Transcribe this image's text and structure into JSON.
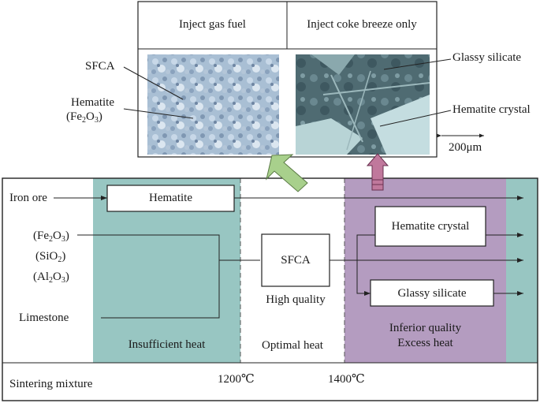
{
  "photos": {
    "gas": {
      "header": "Inject gas fuel",
      "label_sfca": "SFCA",
      "label_hematite": "Hematite",
      "label_formula": {
        "pre": "(Fe",
        "sub": "2",
        "mid": "O",
        "sub2": "3",
        "post": ")"
      }
    },
    "coke": {
      "header": "Inject coke breeze only",
      "label_glassy": "Glassy silicate",
      "label_crystal": "Hematite crystal"
    },
    "scale": "200μm"
  },
  "inputs": {
    "iron_ore": "Iron ore",
    "fe2o3": {
      "pre": "(Fe",
      "sub": "2",
      "mid": "O",
      "sub2": "3",
      "post": ")"
    },
    "sio2": {
      "pre": "(SiO",
      "sub": "2",
      "post": ")"
    },
    "al2o3": {
      "pre": "(Al",
      "sub": "2",
      "mid": "O",
      "sub2": "3",
      "post": ")"
    },
    "limestone": "Limestone"
  },
  "boxes": {
    "hematite": "Hematite",
    "sfca": "SFCA",
    "hematite_crystal": "Hematite crystal",
    "glassy_silicate": "Glassy silicate"
  },
  "zones": {
    "insufficient": "Insufficient heat",
    "optimal": "Optimal heat",
    "high_quality": "High quality",
    "inferior": "Inferior quality",
    "excess": "Excess heat"
  },
  "footer": {
    "label": "Sintering mixture",
    "t1200": "1200℃",
    "t1400": "1400℃"
  },
  "colors": {
    "teal": "#98c6c2",
    "purple": "#b49cc0",
    "green_arrow": "#a8d08c",
    "pink_arrow": "#c0789c"
  }
}
